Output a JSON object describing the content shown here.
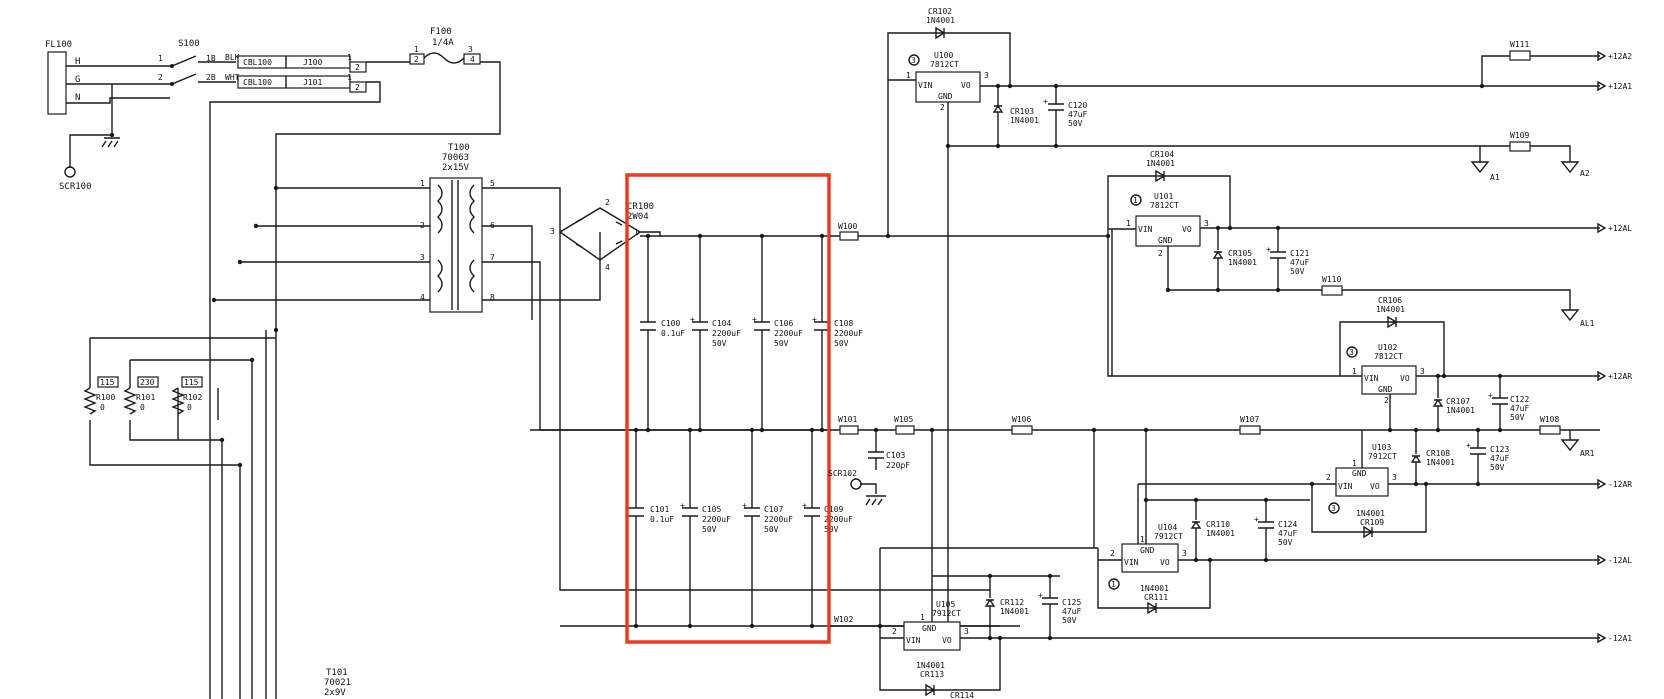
{
  "components": {
    "FL100": {
      "ref": "FL100",
      "pins": [
        "H",
        "G",
        "N"
      ]
    },
    "SCR100": {
      "ref": "SCR100"
    },
    "S100": {
      "ref": "S100",
      "pins": [
        "1",
        "2",
        "1B",
        "2B"
      ],
      "wires": [
        "BLK",
        "WHT"
      ]
    },
    "CBL100a": {
      "ref": "CBL100",
      "conn": "J100",
      "pins": [
        "1",
        "2"
      ]
    },
    "CBL100b": {
      "ref": "CBL100",
      "conn": "J101",
      "pins": [
        "1",
        "2"
      ]
    },
    "F100": {
      "ref": "F100",
      "value": "1/4A",
      "pins": [
        "1",
        "2",
        "3",
        "4"
      ]
    },
    "T100": {
      "ref": "T100",
      "value1": "70063",
      "value2": "2x15V",
      "pins": [
        "1",
        "2",
        "3",
        "4",
        "5",
        "6",
        "7",
        "8"
      ]
    },
    "T101": {
      "ref": "T101",
      "value1": "70021",
      "value2": "2x9V"
    },
    "R100": {
      "ref": "R100",
      "value": "0",
      "tag": "115"
    },
    "R101": {
      "ref": "R101",
      "value": "0",
      "tag": "230"
    },
    "R102": {
      "ref": "R102",
      "value": "0",
      "tag": "115"
    },
    "CR100": {
      "ref": "CR100",
      "value": "2W04",
      "pins": [
        "1",
        "2",
        "3",
        "4"
      ]
    },
    "C100": {
      "ref": "C100",
      "value": "0.1uF"
    },
    "C104": {
      "ref": "C104",
      "value": "2200uF",
      "voltage": "50V"
    },
    "C106": {
      "ref": "C106",
      "value": "2200uF",
      "voltage": "50V"
    },
    "C108": {
      "ref": "C108",
      "value": "2200uF",
      "voltage": "50V"
    },
    "C101": {
      "ref": "C101",
      "value": "0.1uF"
    },
    "C105": {
      "ref": "C105",
      "value": "2200uF",
      "voltage": "50V"
    },
    "C107": {
      "ref": "C107",
      "value": "2200uF",
      "voltage": "50V"
    },
    "C109": {
      "ref": "C109",
      "value": "2200uF",
      "voltage": "50V"
    },
    "C103": {
      "ref": "C103",
      "value": "220pF"
    },
    "SCR102": {
      "ref": "SCR102"
    },
    "U100": {
      "ref": "U100",
      "value": "7812CT",
      "num": "3",
      "pin_vin": "VIN",
      "pin_vo": "VO",
      "pin_gnd": "GND",
      "p1": "1",
      "p2": "2",
      "p3": "3"
    },
    "U101": {
      "ref": "U101",
      "value": "7812CT",
      "num": "1",
      "pin_vin": "VIN",
      "pin_vo": "VO",
      "pin_gnd": "GND",
      "p1": "1",
      "p2": "2",
      "p3": "3"
    },
    "U102": {
      "ref": "U102",
      "value": "7812CT",
      "num": "3",
      "pin_vin": "VIN",
      "pin_vo": "VO",
      "pin_gnd": "GND",
      "p1": "1",
      "p2": "2",
      "p3": "3"
    },
    "U103": {
      "ref": "U103",
      "value": "7912CT",
      "num": "3",
      "pin_vin": "VIN",
      "pin_vo": "VO",
      "pin_gnd": "GND",
      "p1": "1",
      "p2": "2",
      "p3": "3"
    },
    "U104": {
      "ref": "U104",
      "value": "7912CT",
      "num": "1",
      "pin_vin": "VIN",
      "pin_vo": "VO",
      "pin_gnd": "GND",
      "p1": "1",
      "p2": "2",
      "p3": "3"
    },
    "U105": {
      "ref": "U105",
      "value": "7912CT",
      "pin_vin": "VIN",
      "pin_vo": "VO",
      "pin_gnd": "GND",
      "p1": "1",
      "p2": "2",
      "p3": "3"
    },
    "CR102": {
      "ref": "CR102",
      "value": "1N4001"
    },
    "CR103": {
      "ref": "CR103",
      "value": "1N4001"
    },
    "CR104": {
      "ref": "CR104",
      "value": "1N4001"
    },
    "CR105": {
      "ref": "CR105",
      "value": "1N4001"
    },
    "CR106": {
      "ref": "CR106",
      "value": "1N4001"
    },
    "CR107": {
      "ref": "CR107",
      "value": "1N4001"
    },
    "CR108": {
      "ref": "CR108",
      "value": "1N4001"
    },
    "CR109": {
      "ref": "CR109",
      "value": "1N4001"
    },
    "CR110": {
      "ref": "CR110",
      "value": "1N4001"
    },
    "CR111": {
      "ref": "CR111",
      "value": "1N4001"
    },
    "CR112": {
      "ref": "CR112",
      "value": "1N4001"
    },
    "CR113": {
      "ref": "CR113",
      "value": "1N4001"
    },
    "CR114": {
      "ref": "CR114"
    },
    "C120": {
      "ref": "C120",
      "value": "47uF",
      "voltage": "50V"
    },
    "C121": {
      "ref": "C121",
      "value": "47uF",
      "voltage": "50V"
    },
    "C122": {
      "ref": "C122",
      "value": "47uF",
      "voltage": "50V"
    },
    "C123": {
      "ref": "C123",
      "value": "47uF",
      "voltage": "50V"
    },
    "C124": {
      "ref": "C124",
      "value": "47uF",
      "voltage": "50V"
    },
    "C125": {
      "ref": "C125",
      "value": "47uF",
      "voltage": "50V"
    }
  },
  "wires": {
    "W100": "W100",
    "W101": "W101",
    "W102": "W102",
    "W105": "W105",
    "W106": "W106",
    "W107": "W107",
    "W108": "W108",
    "W109": "W109",
    "W110": "W110",
    "W111": "W111"
  },
  "outputs": {
    "p12A2": "+12A2",
    "p12A1": "+12A1",
    "p12AL": "+12AL",
    "p12AR": "+12AR",
    "m12AR": "-12AR",
    "m12AL": "-12AL",
    "m12A1": "-12A1"
  },
  "grounds": {
    "A1": "A1",
    "A2": "A2",
    "AL1": "AL1",
    "AR1": "AR1"
  },
  "plus_sign": "+",
  "highlight": {
    "color": "#ea3b1f"
  }
}
